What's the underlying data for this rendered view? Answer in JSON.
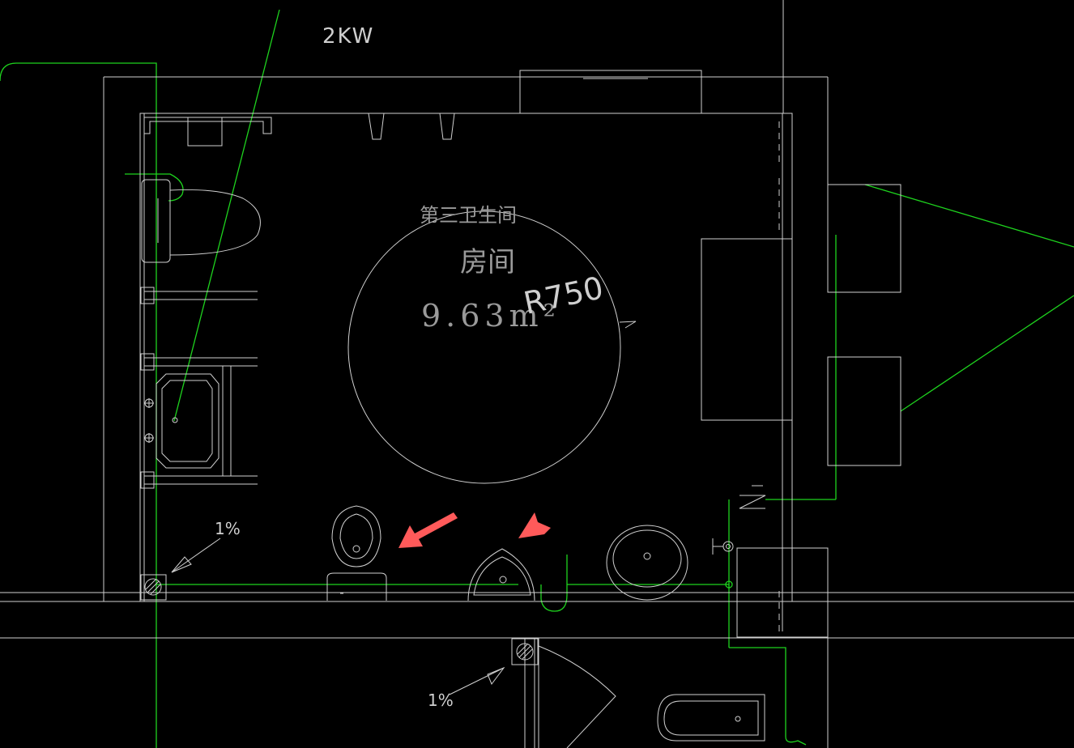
{
  "drawing": {
    "background": "#000000",
    "line_color": "#d0d0d0",
    "pipe_color": "#1ed31e",
    "arrow_color": "#ff5a5a"
  },
  "labels": {
    "power": "2KW",
    "room_name": "第三卫生间",
    "room_type": "房间",
    "room_area": "9.63m²",
    "radius": "R750",
    "slope_1": "1%",
    "slope_2": "1%"
  },
  "fixtures": [
    {
      "name": "toilet"
    },
    {
      "name": "bathtub"
    },
    {
      "name": "urinal"
    },
    {
      "name": "squat-pan"
    },
    {
      "name": "washbasin"
    },
    {
      "name": "floor-drain"
    },
    {
      "name": "valve"
    }
  ]
}
